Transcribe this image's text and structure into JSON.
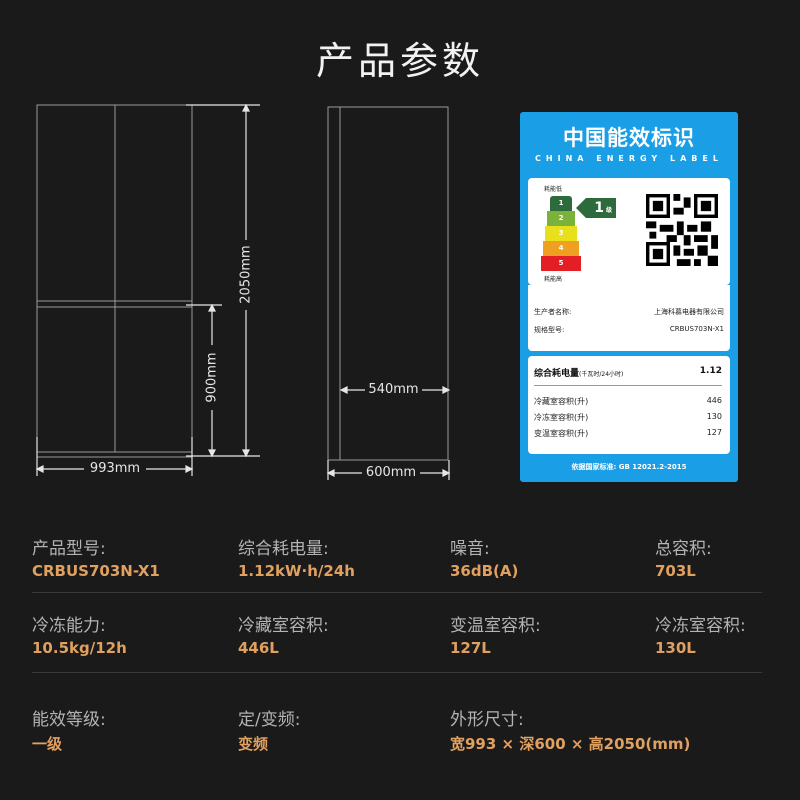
{
  "page": {
    "title": "产品参数"
  },
  "dimensions": {
    "width": "993mm",
    "height": "2050mm",
    "lower_height": "900mm",
    "depth": "600mm",
    "inner_depth": "540mm"
  },
  "energy_label": {
    "title_cn": "中国能效标识",
    "title_en": "CHINA ENERGY LABEL",
    "low_label": "耗能低",
    "high_label": "耗能高",
    "grades": [
      "1",
      "2",
      "3",
      "4",
      "5"
    ],
    "grade_colors": [
      "#2e6b3c",
      "#7ab23c",
      "#e8e01a",
      "#f0a020",
      "#e31e24"
    ],
    "rating_num": "1",
    "rating_suffix": "级",
    "manufacturer_label": "生产者名称:",
    "manufacturer_value": "上海科慕电器有限公司",
    "model_label": "规格型号:",
    "model_value": "CRBUS703N-X1",
    "consumption_label": "综合耗电量",
    "consumption_unit": "(千瓦时/24小时)",
    "consumption_value": "1.12",
    "rows": [
      {
        "label": "冷藏室容积(升)",
        "value": "446"
      },
      {
        "label": "冷冻室容积(升)",
        "value": "130"
      },
      {
        "label": "变温室容积(升)",
        "value": "127"
      }
    ],
    "footer": "依据国家标准: GB 12021.2-2015"
  },
  "specs": [
    {
      "label": "产品型号:",
      "value": "CRBUS703N-X1"
    },
    {
      "label": "综合耗电量:",
      "value": "1.12kW·h/24h"
    },
    {
      "label": "噪音:",
      "value": "36dB(A)"
    },
    {
      "label": "总容积:",
      "value": "703L"
    },
    {
      "label": "冷冻能力:",
      "value": "10.5kg/12h"
    },
    {
      "label": "冷藏室容积:",
      "value": "446L"
    },
    {
      "label": "变温室容积:",
      "value": "127L"
    },
    {
      "label": "冷冻室容积:",
      "value": "130L"
    },
    {
      "label": "能效等级:",
      "value": "一级"
    },
    {
      "label": "定/变频:",
      "value": "变频"
    },
    {
      "label": "外形尺寸:",
      "value": "宽993 × 深600 × 高2050(mm)"
    }
  ]
}
